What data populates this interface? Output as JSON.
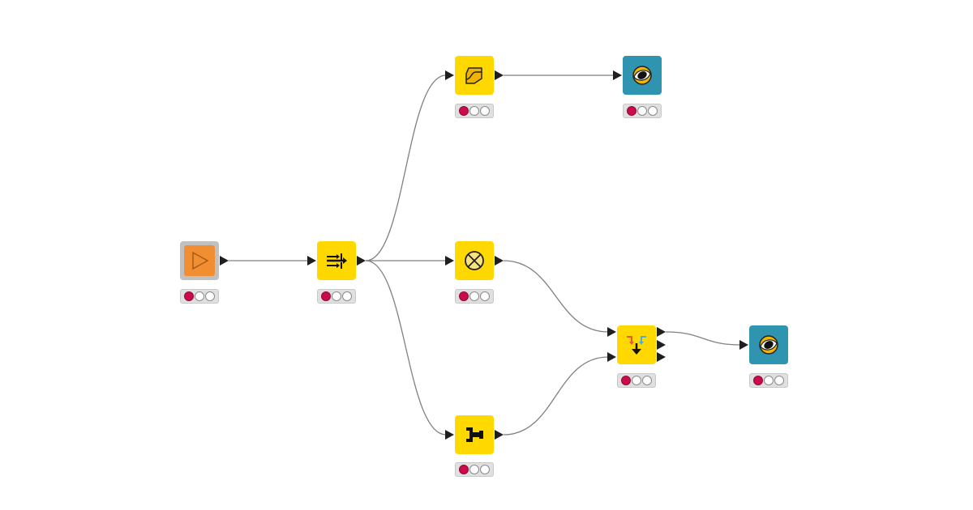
{
  "workflow": {
    "nodes": [
      {
        "id": "source",
        "kind": "source",
        "icon": "play-triangle-icon",
        "color": "#f28e32",
        "frame_color": "#c0c0c0",
        "status": [
          "red",
          "off",
          "off"
        ],
        "in_ports": 0,
        "out_ports": 1
      },
      {
        "id": "row-splitter",
        "kind": "manipulator",
        "icon": "split-arrows-icon",
        "color": "#ffd800",
        "status": [
          "red",
          "off",
          "off"
        ],
        "in_ports": 1,
        "out_ports": 1
      },
      {
        "id": "normalizer",
        "kind": "manipulator",
        "icon": "s-curve-box-icon",
        "color": "#ffd800",
        "status": [
          "red",
          "off",
          "off"
        ],
        "in_ports": 1,
        "out_ports": 1
      },
      {
        "id": "view-top",
        "kind": "view",
        "icon": "eye-icon",
        "color": "#2e94b0",
        "status": [
          "red",
          "off",
          "off"
        ],
        "in_ports": 1,
        "out_ports": 0
      },
      {
        "id": "cross-op",
        "kind": "manipulator",
        "icon": "circle-x-icon",
        "color": "#ffd800",
        "status": [
          "red",
          "off",
          "off"
        ],
        "in_ports": 1,
        "out_ports": 1
      },
      {
        "id": "joiner",
        "kind": "manipulator",
        "icon": "join-arrows-icon",
        "color": "#ffd800",
        "status": [
          "red",
          "off",
          "off"
        ],
        "in_ports": 2,
        "out_ports": 3
      },
      {
        "id": "view-right",
        "kind": "view",
        "icon": "eye-icon",
        "color": "#2e94b0",
        "status": [
          "red",
          "off",
          "off"
        ],
        "in_ports": 1,
        "out_ports": 0
      },
      {
        "id": "column-op",
        "kind": "manipulator",
        "icon": "bracket-connector-icon",
        "color": "#ffd800",
        "status": [
          "red",
          "off",
          "off"
        ],
        "in_ports": 1,
        "out_ports": 1
      }
    ],
    "edges": [
      {
        "from": "source",
        "to": "row-splitter"
      },
      {
        "from": "row-splitter",
        "to": "normalizer"
      },
      {
        "from": "row-splitter",
        "to": "cross-op"
      },
      {
        "from": "row-splitter",
        "to": "column-op"
      },
      {
        "from": "normalizer",
        "to": "view-top"
      },
      {
        "from": "cross-op",
        "to": "joiner"
      },
      {
        "from": "column-op",
        "to": "joiner"
      },
      {
        "from": "joiner",
        "to": "view-right"
      }
    ],
    "colors": {
      "edge": "#808080",
      "port": "#1f1f1f",
      "status_red": "#cc0a4e",
      "manipulator": "#ffd800",
      "view": "#2e94b0",
      "source": "#f28e32"
    }
  }
}
